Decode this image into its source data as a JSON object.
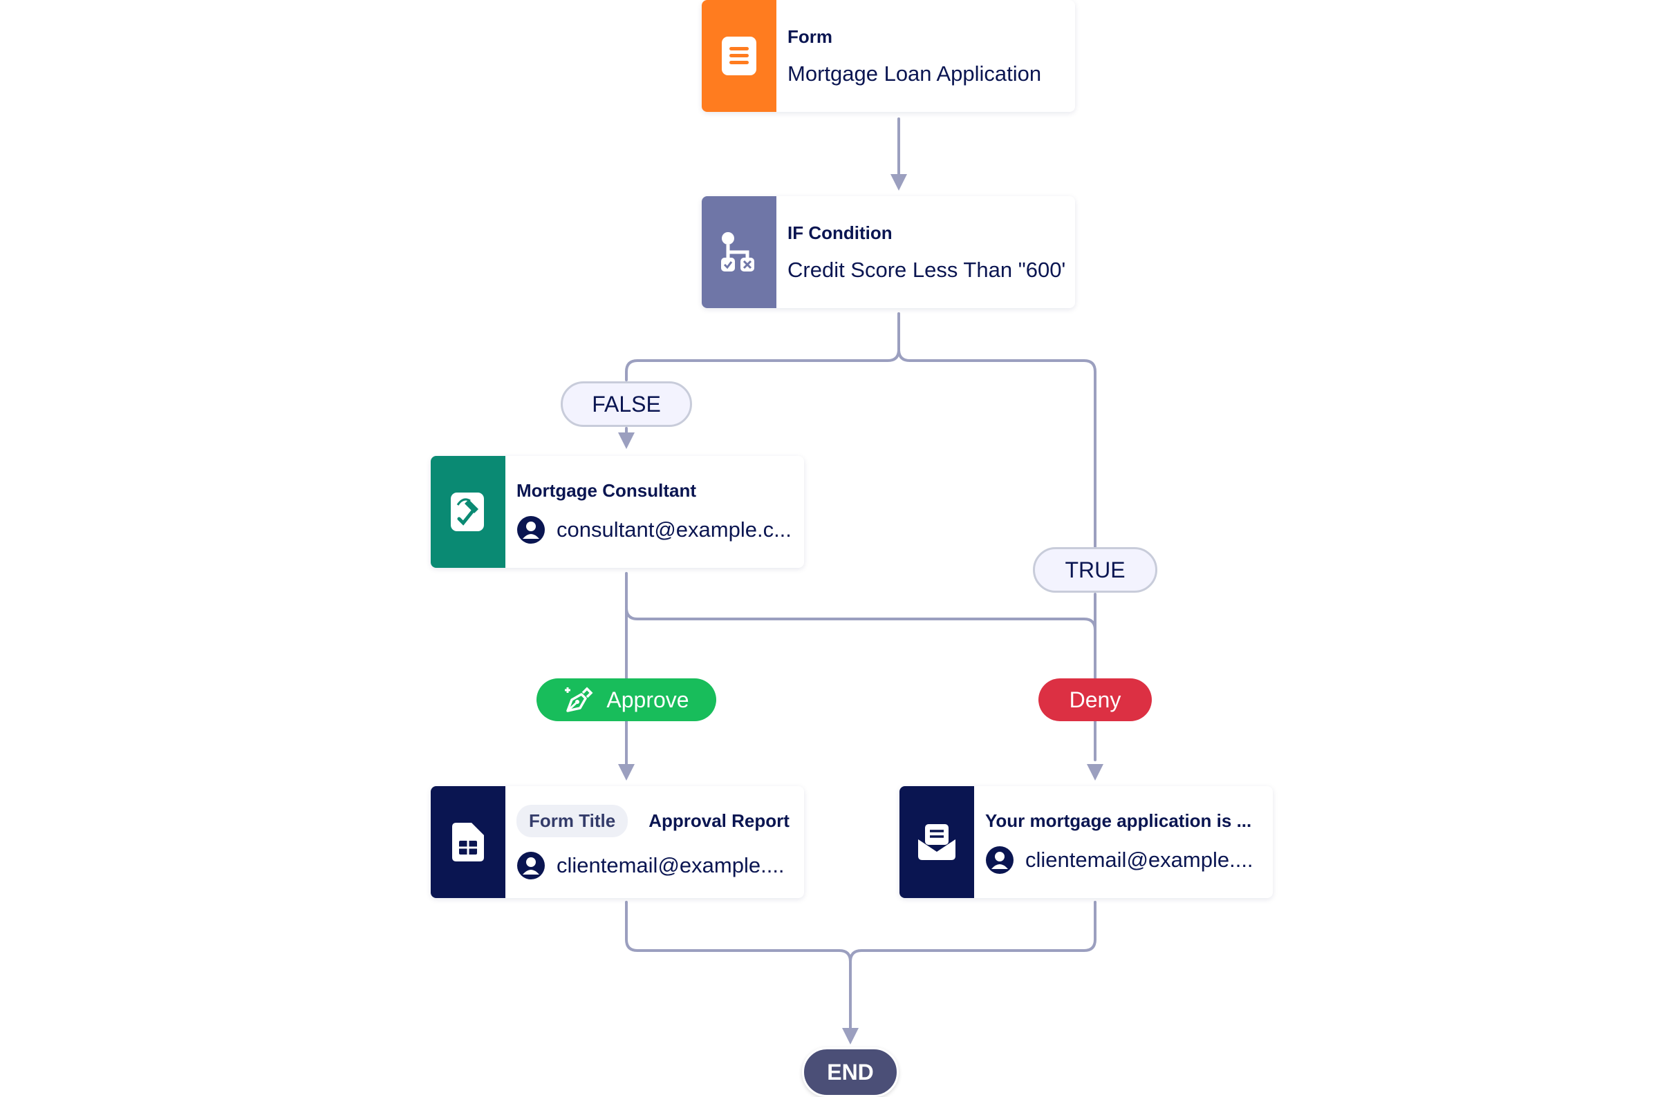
{
  "colors": {
    "line": "#9b9fbf",
    "form": "#ff7c1f",
    "condition": "#6f76a7",
    "approval": "#0a8a73",
    "document": "#0a1551",
    "approve": "#18bd5b",
    "deny": "#dc3043",
    "end": "#4b4f77"
  },
  "nodes": {
    "form": {
      "title": "Form",
      "subtitle": "Mortgage Loan Application",
      "icon": "form-icon"
    },
    "condition": {
      "title": "IF Condition",
      "subtitle": "Credit Score Less Than \"600'",
      "icon": "condition-branch-icon"
    },
    "consultant": {
      "title": "Mortgage Consultant",
      "email": "consultant@example.c...",
      "icon": "approval-sign-icon"
    },
    "report": {
      "chip": "Form Title",
      "title": "Approval Report",
      "email": "clientemail@example....",
      "icon": "document-table-icon"
    },
    "email": {
      "title": "Your mortgage application is ...",
      "email": "clientemail@example....",
      "icon": "email-envelope-icon"
    }
  },
  "labels": {
    "false": "FALSE",
    "true": "TRUE",
    "approve": "Approve",
    "deny": "Deny",
    "end": "END"
  }
}
